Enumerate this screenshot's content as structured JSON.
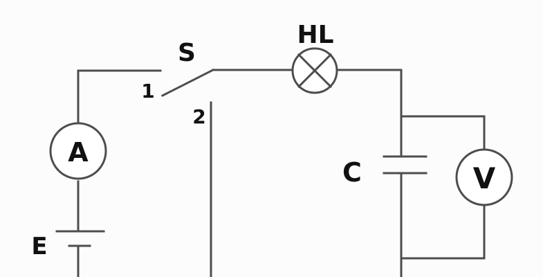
{
  "labels": {
    "switch": "S",
    "lamp": "HL",
    "ammeter": "A",
    "voltmeter": "V",
    "capacitor": "C",
    "battery": "E",
    "contact_1": "1",
    "contact_2": "2"
  },
  "colors": {
    "wire": "#4d4d4d",
    "text": "#111111",
    "background": "#fcfcfd"
  }
}
